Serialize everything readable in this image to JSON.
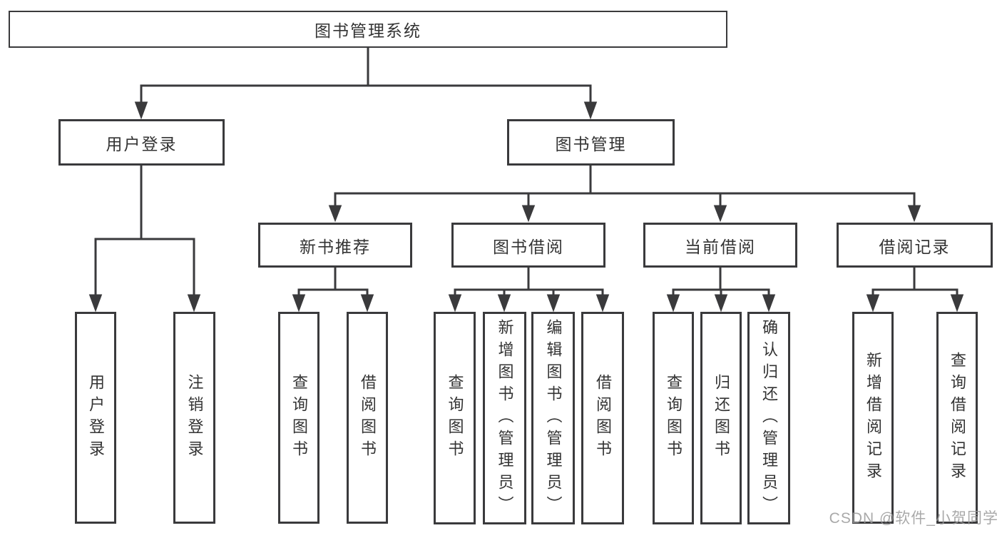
{
  "diagram": {
    "root": {
      "label": "图书管理系统"
    },
    "level1": [
      {
        "label": "用户登录"
      },
      {
        "label": "图书管理"
      }
    ],
    "level2": [
      {
        "label": "新书推荐"
      },
      {
        "label": "图书借阅"
      },
      {
        "label": "当前借阅"
      },
      {
        "label": "借阅记录"
      }
    ],
    "leaves": {
      "user_login": [
        {
          "label": "用户登录"
        },
        {
          "label": "注销登录"
        }
      ],
      "new_book_recommendation": [
        {
          "label": "查询图书"
        },
        {
          "label": "借阅图书"
        }
      ],
      "book_borrowing": [
        {
          "label": "查询图书"
        },
        {
          "label": "新增图书（管理员）"
        },
        {
          "label": "编辑图书（管理员）"
        },
        {
          "label": "借阅图书"
        }
      ],
      "current_borrowing": [
        {
          "label": "查询图书"
        },
        {
          "label": "归还图书"
        },
        {
          "label": "确认归还（管理员）"
        }
      ],
      "borrowing_records": [
        {
          "label": "新增借阅记录"
        },
        {
          "label": "查询借阅记录"
        }
      ]
    }
  },
  "watermark": {
    "text": "CSDN @软件_小贺同学"
  },
  "colors": {
    "line": "#3a3a3c",
    "text": "#333333",
    "background": "#ffffff",
    "watermark": "#9a9a9a"
  }
}
